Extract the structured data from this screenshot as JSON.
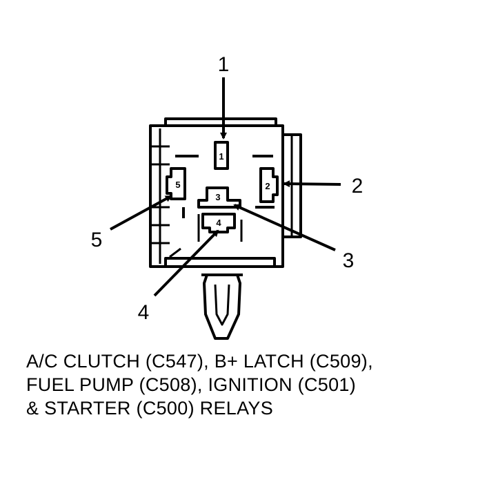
{
  "callouts": {
    "c1": "1",
    "c2": "2",
    "c3": "3",
    "c4": "4",
    "c5": "5"
  },
  "pins": {
    "p1": "1",
    "p2": "2",
    "p3": "3",
    "p4": "4",
    "p5": "5"
  },
  "caption": {
    "line1": "A/C CLUTCH (C547), B+ LATCH (C509),",
    "line2": "FUEL PUMP (C508), IGNITION (C501)",
    "line3": "& STARTER (C500) RELAYS"
  }
}
